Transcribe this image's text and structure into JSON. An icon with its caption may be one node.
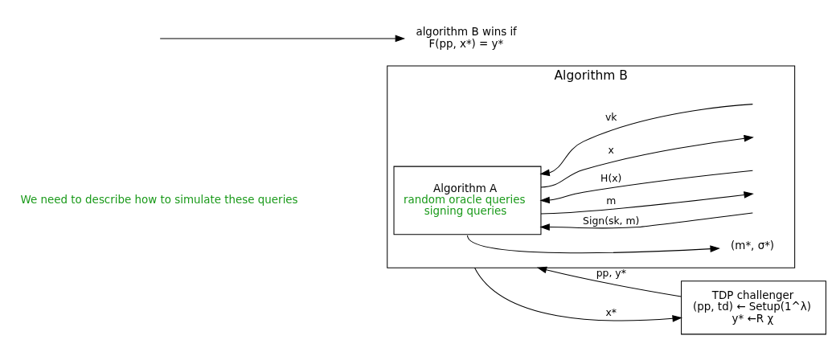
{
  "diagram": {
    "nodes": [
      {
        "text": [
          "Algorithm B"
        ]
      },
      {
        "text": [
          "Algorithm A",
          "random oracle queries",
          "signing queries"
        ],
        "in": 0
      },
      {
        "text": [
          "(m*, σ*)"
        ],
        "in": 0
      },
      {
        "text": [
          "TDP challenger",
          "(pp, td) ← Setup(1^λ)",
          "y* ←R χ"
        ]
      },
      {
        "text": [
          "algorithm B wins if",
          "F(pp, x*) = y*"
        ]
      }
    ],
    "edges": [
      {
        "from": null,
        "to": 1,
        "arrow": "to",
        "label": "vk"
      },
      {
        "from": 1,
        "to": null,
        "arrow": "to",
        "label": "x"
      },
      {
        "from": null,
        "to": 1,
        "arrow": "to",
        "label": "H(x)"
      },
      {
        "from": 1,
        "to": null,
        "arrow": "to",
        "label": "m"
      },
      {
        "from": null,
        "to": 1,
        "arrow": "to",
        "label": "Sign(sk, m)"
      },
      {
        "from": 1,
        "to": 2,
        "arrow": "to"
      },
      {
        "from": 3,
        "to": 0,
        "arrow": "to",
        "label": "pp, y*"
      },
      {
        "from": 0,
        "to": 3,
        "arrow": "to",
        "label": "x*"
      },
      {
        "from": null,
        "to": 4,
        "arrow": "to"
      }
    ],
    "labels": [
      "We need to describe how to simulate these queries"
    ]
  }
}
